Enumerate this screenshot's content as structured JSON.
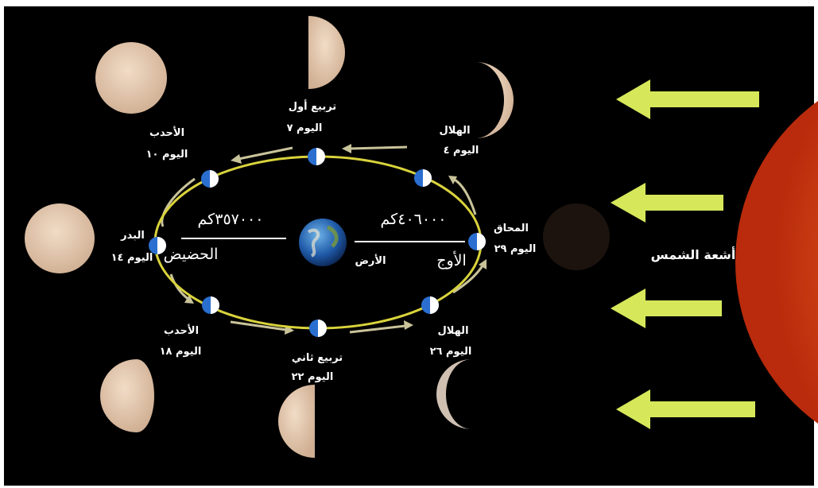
{
  "labels": {
    "sun_rays": "أشعة الشمس",
    "earth": "الأرض",
    "perigee": "الحضيض",
    "apogee": "الأوج",
    "perigee_distance": "٣٥٧٠٠٠كم",
    "apogee_distance": "٤٠٦٠٠٠كم"
  },
  "phases": [
    {
      "name": "المحاق",
      "day": "اليوم ٢٩"
    },
    {
      "name": "الهلال",
      "day": "اليوم ٤"
    },
    {
      "name": "تربيع أول",
      "day": "اليوم ٧"
    },
    {
      "name": "الأحدب",
      "day": "اليوم ١٠"
    },
    {
      "name": "البدر",
      "day": "اليوم ١٤"
    },
    {
      "name": "الأحدب",
      "day": "اليوم ١٨"
    },
    {
      "name": "تربيع ثاني",
      "day": "اليوم ٢٢"
    },
    {
      "name": "الهلال",
      "day": "اليوم ٢٦"
    }
  ],
  "colors": {
    "background": "#000000",
    "sun": "#e8501c",
    "arrow": "#d6e85a",
    "orbit": "#d9d33c",
    "moon": "#e2c4a8",
    "moon_day": "#ffffff",
    "moon_night": "#2a6fd0"
  }
}
